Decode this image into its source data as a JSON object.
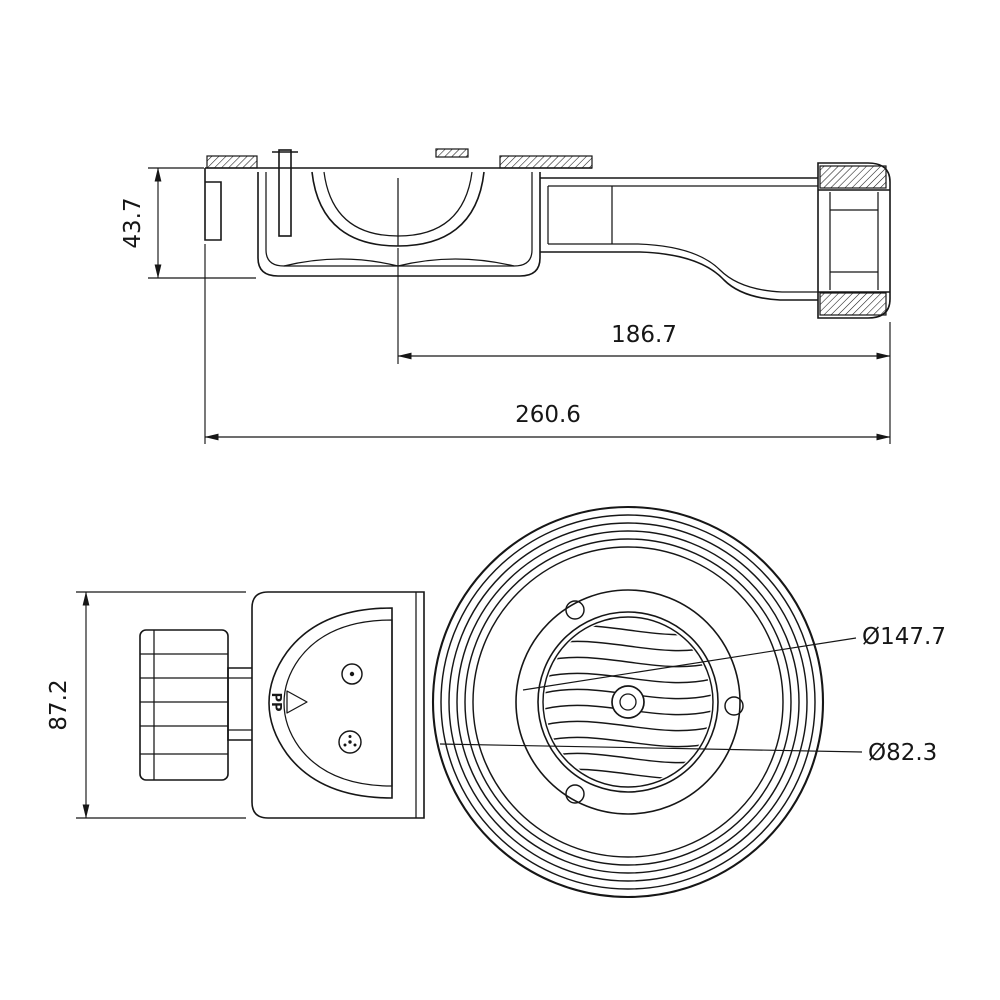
{
  "drawing": {
    "background": "#ffffff",
    "line_color": "#161616",
    "views": {
      "side_section": {
        "label": "side-cross-section",
        "dim_height": "43.7",
        "dim_inner_length": "186.7",
        "dim_overall_length": "260.6"
      },
      "body_side": {
        "label": "trap-body-side",
        "dim_height": "87.2",
        "material": "PP"
      },
      "top": {
        "label": "drain-cover-top",
        "dim_outer_diameter": "Ø147.7",
        "dim_grate_diameter": "Ø82.3"
      }
    }
  }
}
